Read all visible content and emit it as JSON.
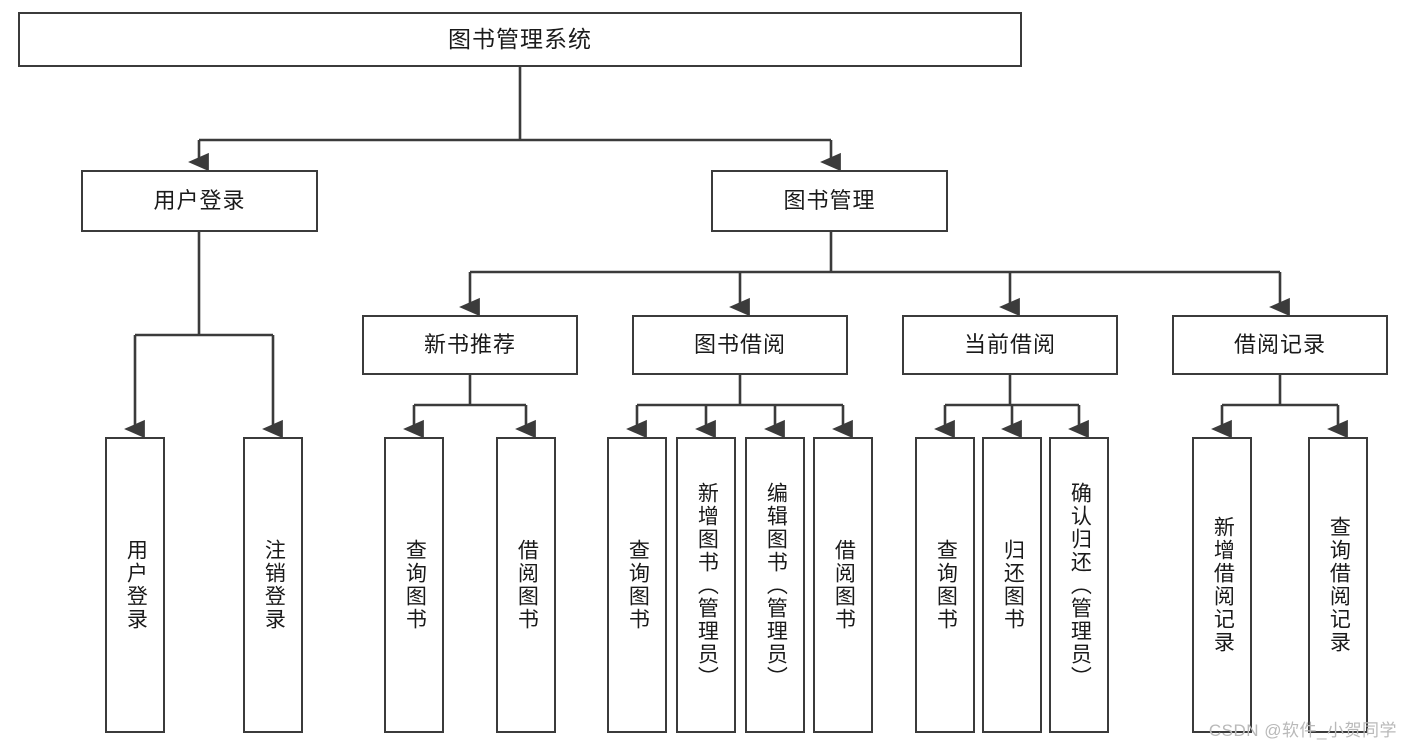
{
  "diagram": {
    "title": "图书管理系统",
    "type": "tree-hierarchy",
    "watermark": "CSDN @软件_小贺同学",
    "colors": {
      "stroke": "#3b3b3b",
      "fill": "#ffffff",
      "text": "#1a1a1a",
      "watermark": "#b9b9b9"
    }
  },
  "nodes": {
    "root": {
      "label": "图书管理系统"
    },
    "level2": [
      {
        "id": "user-login",
        "label": "用户登录"
      },
      {
        "id": "book-manage",
        "label": "图书管理"
      }
    ],
    "level3": [
      {
        "id": "new-book-recommend",
        "label": "新书推荐"
      },
      {
        "id": "book-borrow",
        "label": "图书借阅"
      },
      {
        "id": "current-borrow",
        "label": "当前借阅"
      },
      {
        "id": "borrow-record",
        "label": "借阅记录"
      }
    ],
    "leaves": {
      "user-login": [
        {
          "id": "leaf-user-login",
          "label": "用户登录"
        },
        {
          "id": "leaf-user-logout",
          "label": "注销登录"
        }
      ],
      "new-book-recommend": [
        {
          "id": "leaf-query-book-1",
          "label": "查询图书"
        },
        {
          "id": "leaf-borrow-book-1",
          "label": "借阅图书"
        }
      ],
      "book-borrow": [
        {
          "id": "leaf-query-book-2",
          "label": "查询图书"
        },
        {
          "id": "leaf-add-book",
          "label": "新增图书（管理员）"
        },
        {
          "id": "leaf-edit-book",
          "label": "编辑图书（管理员）"
        },
        {
          "id": "leaf-borrow-book-2",
          "label": "借阅图书"
        }
      ],
      "current-borrow": [
        {
          "id": "leaf-query-book-3",
          "label": "查询图书"
        },
        {
          "id": "leaf-return-book",
          "label": "归还图书"
        },
        {
          "id": "leaf-confirm-return",
          "label": "确认归还（管理员）"
        }
      ],
      "borrow-record": [
        {
          "id": "leaf-add-record",
          "label": "新增借阅记录"
        },
        {
          "id": "leaf-query-record",
          "label": "查询借阅记录"
        }
      ]
    }
  }
}
